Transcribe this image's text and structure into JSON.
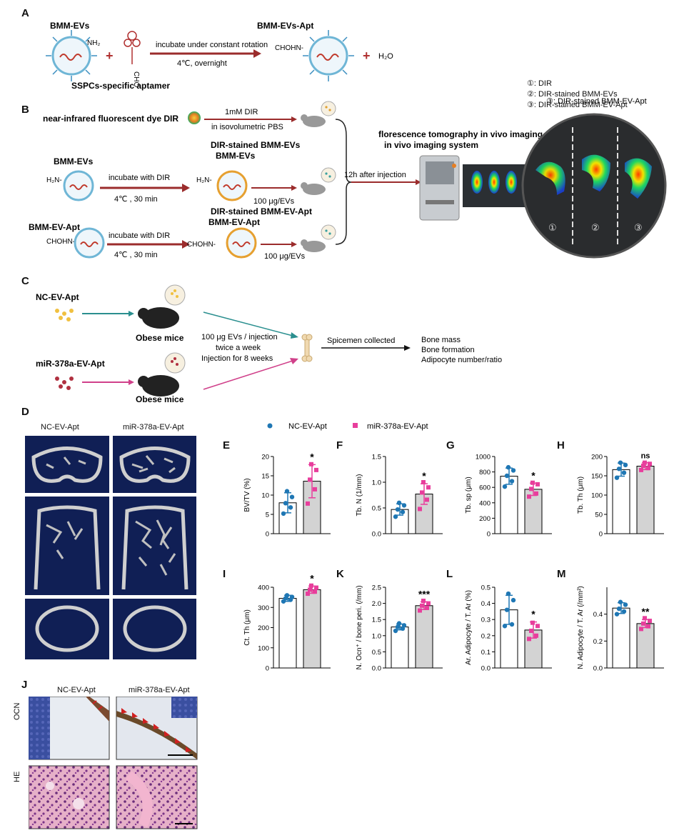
{
  "panels": {
    "A": "A",
    "B": "B",
    "C": "C",
    "D": "D",
    "E": "E",
    "F": "F",
    "G": "G",
    "H": "H",
    "I": "I",
    "J": "J",
    "K": "K",
    "L": "L",
    "M": "M"
  },
  "panelA": {
    "left_label": "BMM-EVs",
    "nh2": "NH₂",
    "aptamer_label": "SSPCs-specific aptamer",
    "cho": "CHO",
    "arrow_top": "incubate under constant rotation",
    "arrow_bottom": "4℃, overnight",
    "product_label": "BMM-EVs-Apt",
    "product_group": "CHOHN-",
    "water": "H₂O",
    "plus": "+"
  },
  "panelB": {
    "dye_label": "near-infrared fluorescent dye DIR",
    "row1_top": "1mM DIR",
    "row1_bottom": "in isovolumetric PBS",
    "row2_left": "BMM-EVs",
    "row2_group": "H₂N-",
    "row2_arrow_top": "incubate with DIR",
    "row2_arrow_bottom": "4℃ , 30 min",
    "row2_product": "DIR-stained\nBMM-EVs",
    "row2_product_group": "H₂N-",
    "row2_dose": "100 μg/EVs",
    "row3_left": "BMM-EV-Apt",
    "row3_group": "CHOHN-",
    "row3_arrow_top": "incubate with DIR",
    "row3_arrow_bottom": "4℃ , 30 min",
    "row3_product": "DIR-stained\nBMM-EV-Apt",
    "row3_product_group": "CHOHN-",
    "row3_dose": "100 μg/EVs",
    "injection": "12h after injection",
    "system_label": "florescence tomography\nin vivo imaging system",
    "legend": [
      "①: DIR",
      "②: DIR-stained BMM-EVs",
      "③: DIR-stained BMM-EV-Apt"
    ],
    "dish_numbers": [
      "①",
      "②",
      "③"
    ]
  },
  "panelC": {
    "group1": "NC-EV-Apt",
    "group2": "miR-378a-EV-Apt",
    "mice": "Obese mice",
    "regimen": [
      "100 μg EVs / injection",
      "twice a week",
      "Injection for 8 weeks"
    ],
    "collected": "Spicemen collected",
    "outcomes": [
      "Bone mass",
      "Bone formation",
      "Adipocyte number/ratio"
    ]
  },
  "panelD": {
    "col1": "NC-EV-Apt",
    "col2": "miR-378a-EV-Apt"
  },
  "legend": {
    "nc": "NC-EV-Apt",
    "mir": "miR-378a-EV-Apt",
    "nc_color": "#1f77b4",
    "mir_color": "#e83e9c"
  },
  "panelJ": {
    "col1": "NC-EV-Apt",
    "col2": "miR-378a-EV-Apt",
    "row1": "OCN",
    "row2": "HE"
  },
  "chart_data": [
    {
      "panel": "E",
      "type": "bar",
      "ylabel": "BV/TV (%)",
      "ylim": [
        0,
        20
      ],
      "yticks": [
        0,
        5,
        10,
        15,
        20
      ],
      "series": [
        {
          "name": "NC-EV-Apt",
          "mean": 8.0,
          "sd": 2.6,
          "points": [
            5.2,
            6.8,
            7.9,
            9.5,
            11.0
          ]
        },
        {
          "name": "miR-378a-EV-Apt",
          "mean": 13.6,
          "sd": 4.3,
          "points": [
            7.8,
            11.5,
            14.0,
            16.5,
            18.0
          ]
        }
      ],
      "sig": "*"
    },
    {
      "panel": "F",
      "type": "bar",
      "ylabel": "Tb. N (1/mm)",
      "ylim": [
        0,
        1.5
      ],
      "yticks": [
        0.0,
        0.5,
        1.0,
        1.5
      ],
      "series": [
        {
          "name": "NC-EV-Apt",
          "mean": 0.47,
          "sd": 0.11,
          "points": [
            0.33,
            0.42,
            0.47,
            0.55,
            0.6
          ]
        },
        {
          "name": "miR-378a-EV-Apt",
          "mean": 0.77,
          "sd": 0.2,
          "points": [
            0.48,
            0.66,
            0.8,
            0.9,
            1.0
          ]
        }
      ],
      "sig": "*"
    },
    {
      "panel": "G",
      "type": "bar",
      "ylabel": "Tb. sp (μm)",
      "ylim": [
        0,
        1000
      ],
      "yticks": [
        0,
        200,
        400,
        600,
        800,
        1000
      ],
      "series": [
        {
          "name": "NC-EV-Apt",
          "mean": 745,
          "sd": 105,
          "points": [
            610,
            680,
            750,
            820,
            860
          ]
        },
        {
          "name": "miR-378a-EV-Apt",
          "mean": 575,
          "sd": 80,
          "points": [
            480,
            520,
            580,
            640,
            660
          ]
        }
      ],
      "sig": "*"
    },
    {
      "panel": "H",
      "type": "bar",
      "ylabel": "Tb. Th (μm)",
      "ylim": [
        0,
        200
      ],
      "yticks": [
        0,
        50,
        100,
        150,
        200
      ],
      "series": [
        {
          "name": "NC-EV-Apt",
          "mean": 166,
          "sd": 17,
          "points": [
            145,
            158,
            168,
            178,
            184
          ]
        },
        {
          "name": "miR-378a-EV-Apt",
          "mean": 175,
          "sd": 9,
          "points": [
            165,
            170,
            176,
            181,
            184
          ]
        }
      ],
      "sig": "ns"
    },
    {
      "panel": "I",
      "type": "bar",
      "ylabel": "Ct. Th (μm)",
      "ylim": [
        0,
        400
      ],
      "yticks": [
        0,
        100,
        200,
        300,
        400
      ],
      "series": [
        {
          "name": "NC-EV-Apt",
          "mean": 345,
          "sd": 15,
          "points": [
            330,
            338,
            345,
            352,
            360
          ]
        },
        {
          "name": "miR-378a-EV-Apt",
          "mean": 388,
          "sd": 18,
          "points": [
            368,
            378,
            388,
            398,
            408
          ]
        }
      ],
      "sig": "*"
    },
    {
      "panel": "K",
      "type": "bar",
      "ylabel": "N. Ocn⁺ / bone peri. (/mm)",
      "ylim": [
        0,
        2.5
      ],
      "yticks": [
        0.0,
        0.5,
        1.0,
        1.5,
        2.0,
        2.5
      ],
      "series": [
        {
          "name": "NC-EV-Apt",
          "mean": 1.27,
          "sd": 0.09,
          "points": [
            1.15,
            1.22,
            1.27,
            1.32,
            1.38
          ]
        },
        {
          "name": "miR-378a-EV-Apt",
          "mean": 1.93,
          "sd": 0.12,
          "points": [
            1.78,
            1.86,
            1.93,
            2.0,
            2.08
          ]
        }
      ],
      "sig": "***"
    },
    {
      "panel": "L",
      "type": "bar",
      "ylabel": "Ar. Adipocyte / T. Ar (%)",
      "ylim": [
        0,
        0.5
      ],
      "yticks": [
        0.0,
        0.1,
        0.2,
        0.3,
        0.4,
        0.5
      ],
      "series": [
        {
          "name": "NC-EV-Apt",
          "mean": 0.36,
          "sd": 0.09,
          "points": [
            0.26,
            0.27,
            0.36,
            0.42,
            0.46
          ]
        },
        {
          "name": "miR-378a-EV-Apt",
          "mean": 0.235,
          "sd": 0.05,
          "points": [
            0.18,
            0.2,
            0.23,
            0.26,
            0.28
          ]
        }
      ],
      "sig": "*"
    },
    {
      "panel": "M",
      "type": "bar",
      "ylabel": "N. Adipocyte / T. Ar (/mm²)",
      "ylim": [
        0,
        0.6
      ],
      "yticks": [
        0.0,
        0.2,
        0.4
      ],
      "series": [
        {
          "name": "NC-EV-Apt",
          "mean": 0.445,
          "sd": 0.04,
          "points": [
            0.4,
            0.42,
            0.44,
            0.47,
            0.49
          ]
        },
        {
          "name": "miR-378a-EV-Apt",
          "mean": 0.33,
          "sd": 0.03,
          "points": [
            0.29,
            0.31,
            0.33,
            0.35,
            0.37
          ]
        }
      ],
      "sig": "**"
    }
  ]
}
